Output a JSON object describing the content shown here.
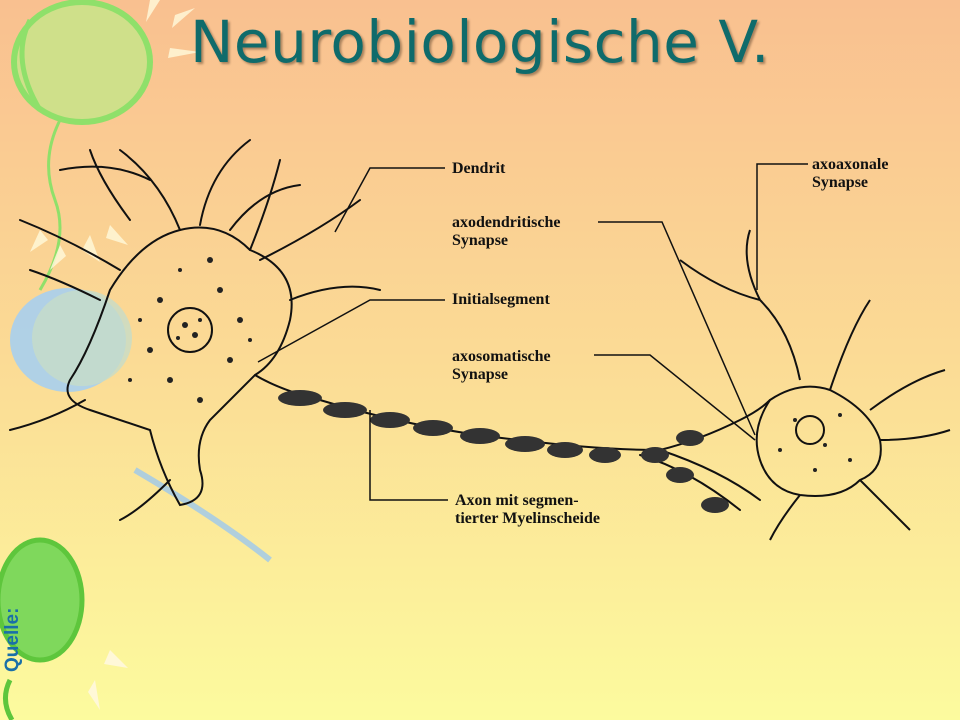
{
  "slide": {
    "title": "Neurobiologische V.",
    "source_label": "Quelle:"
  },
  "diagram": {
    "labels": {
      "dendrit": "Dendrit",
      "axodendritisch_1": "axodendritische",
      "axodendritisch_2": "Synapse",
      "initialsegment": "Initialsegment",
      "axosomatisch_1": "axosomatische",
      "axosomatisch_2": "Synapse",
      "axon_1": "Axon mit segmen-",
      "axon_2": "tierter Myelinscheide",
      "axoaxonal_1": "axoaxonale",
      "axoaxonal_2": "Synapse"
    }
  },
  "colors": {
    "title": "#0f6b6b",
    "source_label": "#1a6fa8",
    "background_top": "#f9c28f",
    "background_bottom": "#fbfb9c",
    "bubble_green": "#8fe06a",
    "bubble_blue": "#9cc8ee"
  },
  "icons": [
    "balloon-decoration-icon",
    "star-burst-icon"
  ]
}
